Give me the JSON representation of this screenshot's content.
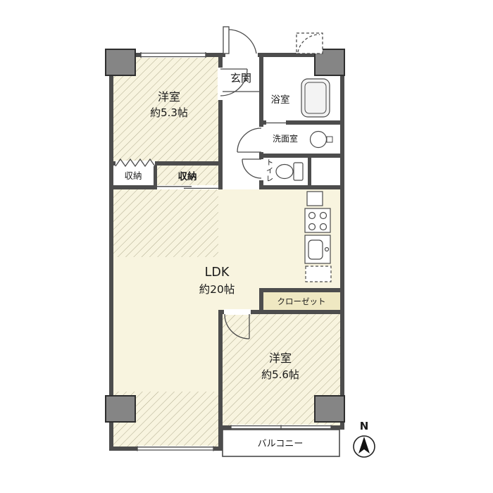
{
  "floorplan": {
    "entrance": {
      "label": "玄関"
    },
    "bedroom1": {
      "name": "洋室",
      "size": "約5.3帖"
    },
    "bedroom2": {
      "name": "洋室",
      "size": "約5.6帖"
    },
    "ldk": {
      "name": "LDK",
      "size": "約20帖"
    },
    "bath": {
      "label": "浴室"
    },
    "washroom": {
      "label": "洗面室"
    },
    "toilet": {
      "label": "トイレ"
    },
    "storage_left": {
      "label": "収納"
    },
    "storage_right": {
      "label": "収納"
    },
    "closet": {
      "label": "クローゼット"
    },
    "balcony": {
      "label": "バルコニー"
    },
    "compass": {
      "label": "N"
    },
    "colors": {
      "wall": "#4d4d4d",
      "pillar": "#858585",
      "room_fill": "#f8f4df",
      "closet_fill": "#efe8c2",
      "hatch_line": "#b0ab8e",
      "line": "#4a4a4a"
    }
  }
}
